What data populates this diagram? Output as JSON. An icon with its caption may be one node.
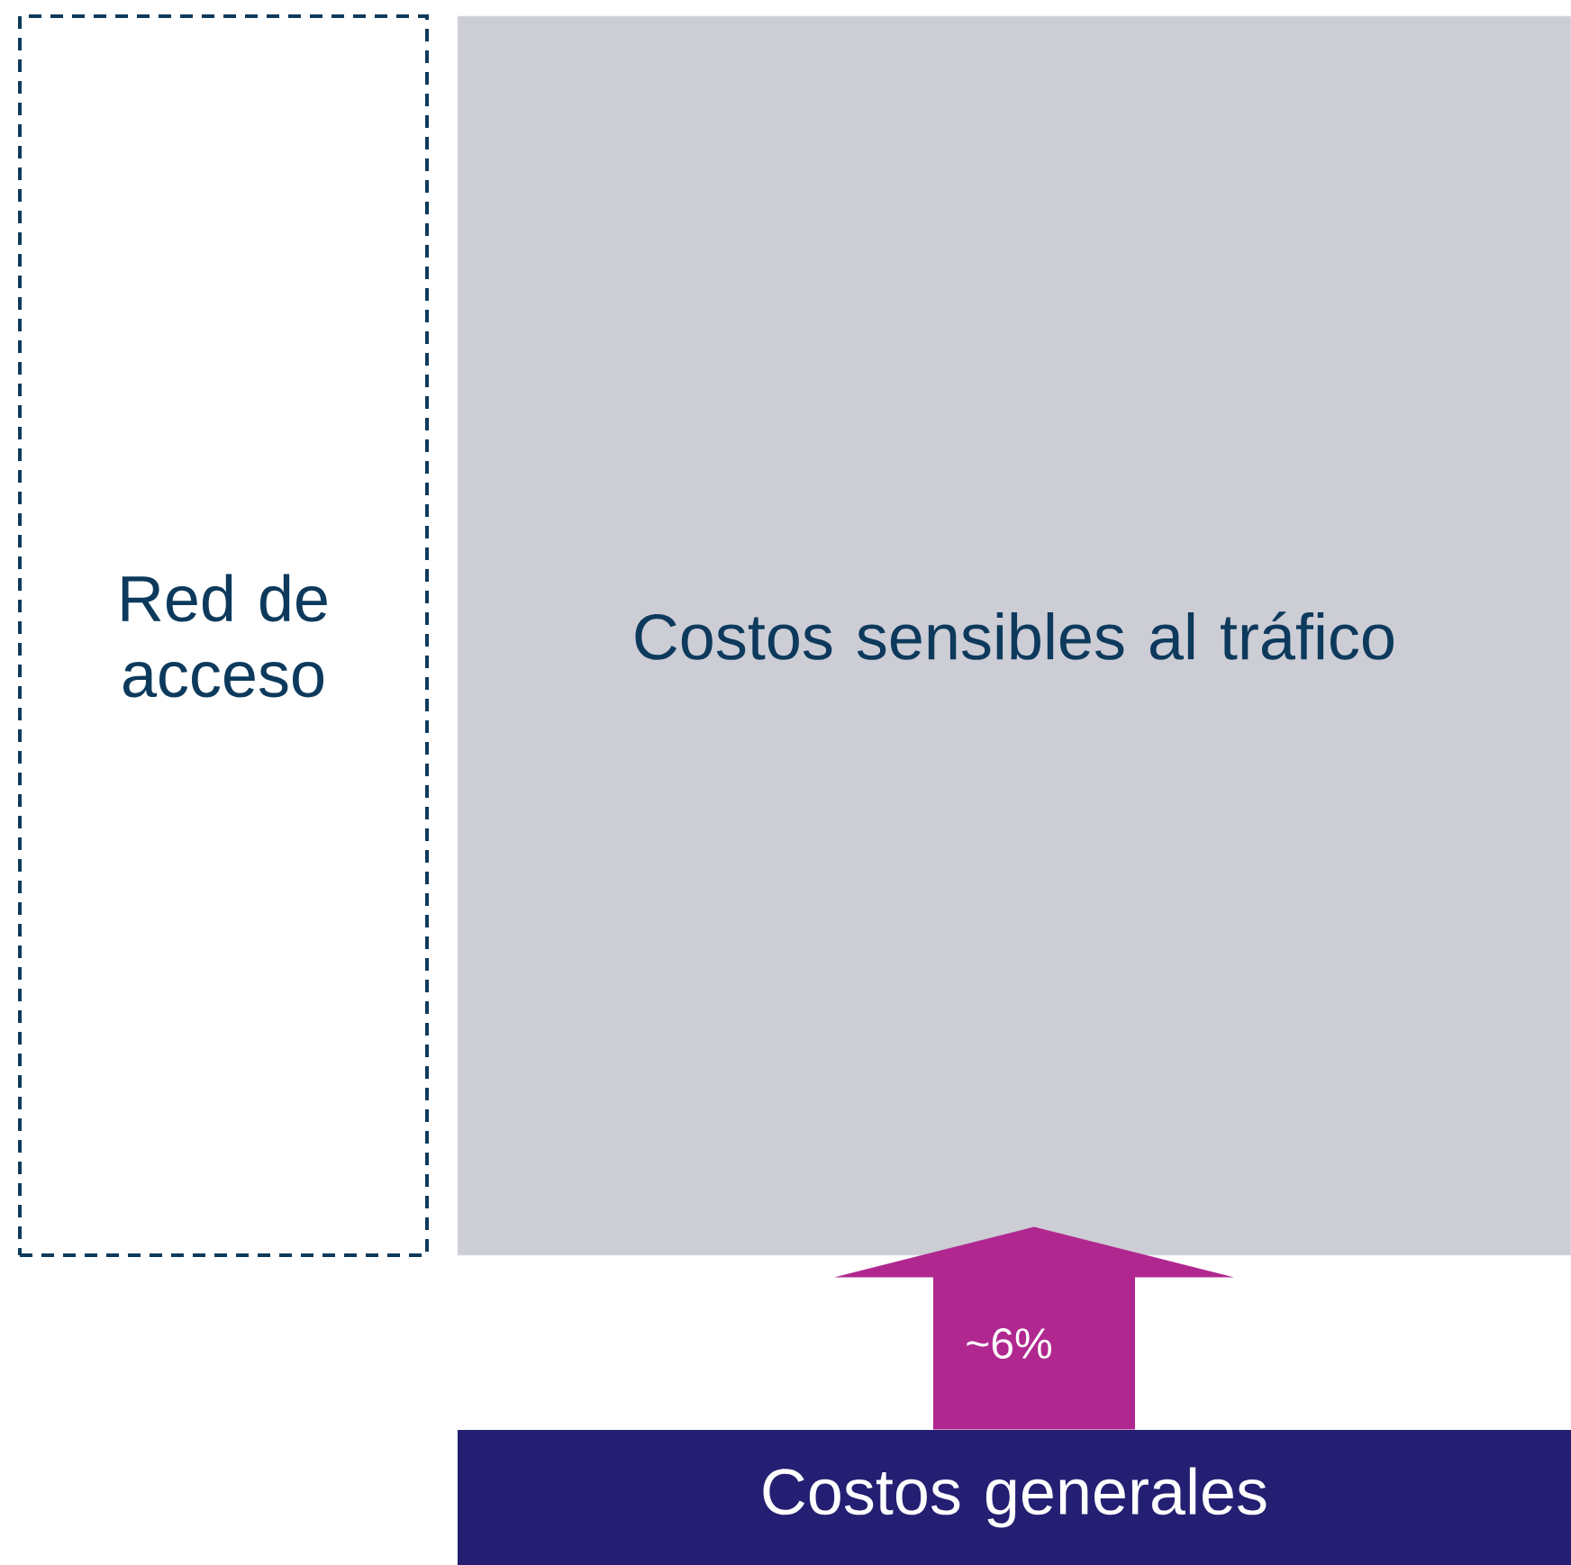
{
  "diagram": {
    "nodes": [
      {
        "text": [
          "Red de acceso"
        ]
      },
      {
        "text": [
          "Costos sensibles al tráfico"
        ]
      },
      {
        "text": [
          "Costos generales"
        ]
      }
    ],
    "edges": [
      {
        "from": 2,
        "to": 1,
        "arrow": "to",
        "label": "~6%",
        "style": "thick",
        "color": "#b0288f"
      }
    ]
  }
}
